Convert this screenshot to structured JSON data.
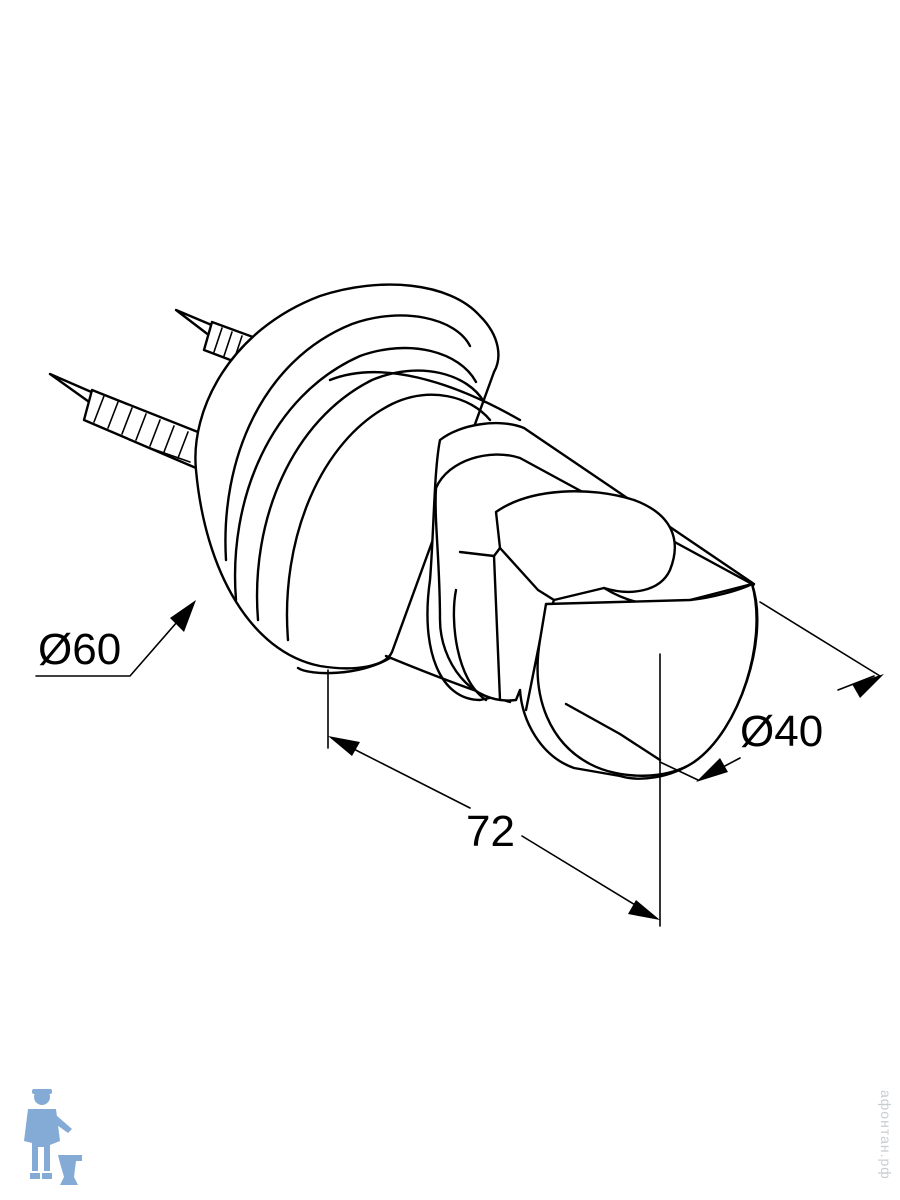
{
  "dimensions": {
    "flange_diameter": "Ø60",
    "length": "72",
    "holder_diameter": "Ø40"
  },
  "watermark": {
    "text": "афонтан.рф"
  },
  "colors": {
    "line": "#000000",
    "background": "#ffffff",
    "logo_blue": "#5b8fc7",
    "watermark": "#c8cdd2"
  },
  "icons": {
    "logo": "plumber-with-toilet-logo"
  }
}
